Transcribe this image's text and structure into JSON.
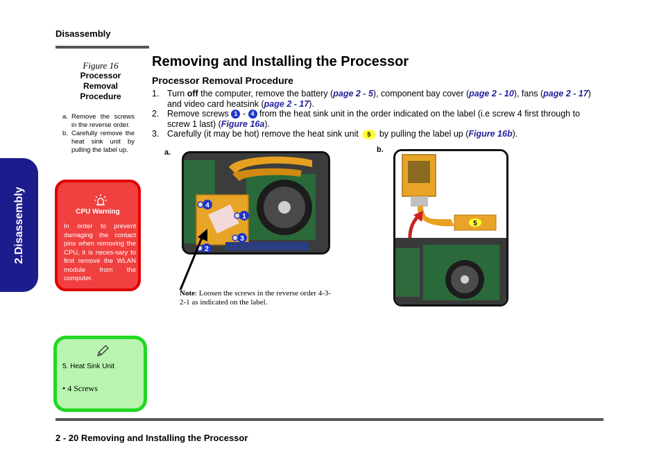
{
  "header": {
    "section": "Disassembly"
  },
  "side_tab": {
    "label": "2.Disassembly"
  },
  "figure": {
    "number": "Figure 16",
    "title_lines": [
      "Processor",
      "Removal",
      "Procedure"
    ],
    "notes": [
      {
        "label": "a.",
        "text": "Remove the screws in the reverse order."
      },
      {
        "label": "b.",
        "text": "Carefully remove the heat sink unit by pulling the label up."
      }
    ]
  },
  "warning": {
    "title": "CPU Warning",
    "body": "In order to prevent damaging the contact pins when removing the CPU, it is neces-sary to first remove the WLAN module from the computer."
  },
  "parts_box": {
    "item": "5.   Heat Sink Unit",
    "bullet": "•   4 Screws"
  },
  "main": {
    "title": "Removing and Installing the Processor",
    "subtitle": "Processor Removal Procedure",
    "steps": [
      {
        "num": "1.",
        "p1": "Turn ",
        "bold": "off",
        "p2": " the computer, remove the battery (",
        "link1": "page 2 - 5",
        "p3": "), component bay cover (",
        "link2": "page 2 - 10",
        "p4": "), fans (",
        "link3": "page 2 - 17",
        "p5": ") and video card heatsink (",
        "link4": "page 2 - 17",
        "p6": ")."
      },
      {
        "num": "2.",
        "p1": "Remove screws ",
        "badge1": "1",
        "sep": " - ",
        "badge2": "4",
        "p2": " from the heat sink unit in the order indicated on the label (i.e screw 4 first through to screw 1 last) (",
        "link1": "Figure 16a",
        "p3": ")."
      },
      {
        "num": "3.",
        "p1": "Carefully (it may be hot) remove the heat sink unit",
        "badge": "5",
        "p2": "by pulling the label up (",
        "link1": "Figure 16b",
        "p3": ")."
      }
    ]
  },
  "figure_a": {
    "label": "a.",
    "screw_labels": [
      "4",
      "1",
      "3",
      "2"
    ],
    "note_bold": "Note",
    "note_text": ": Loosen the screws in the reverse order 4-3-2-1 as indicated on the label."
  },
  "figure_b": {
    "label": "b.",
    "callout": "5"
  },
  "footer": {
    "text": "2  -  20  Removing and Installing the Processor"
  },
  "colors": {
    "link": "#1f1f9f",
    "side_tab": "#1c1c8c",
    "warning_bg": "#f04040",
    "note_bg": "#b9f5b0",
    "note_border": "#21d821",
    "badge_blue": "#1e36c8",
    "badge_yellow": "#ffff33"
  }
}
